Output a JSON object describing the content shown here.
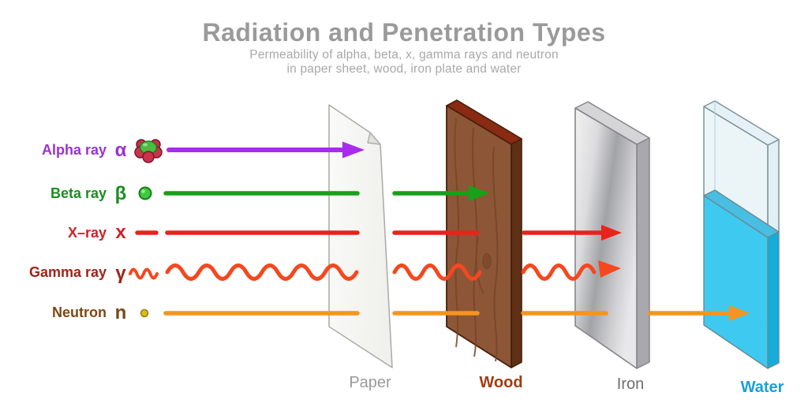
{
  "title": {
    "text": "Radiation and Penetration Types",
    "color": "#9A9A9A"
  },
  "subtitle": {
    "line1": "Permeability of alpha, beta, x, gamma rays and neutron",
    "line2": "in paper sheet, wood, iron plate and water",
    "color": "#A8A8A8"
  },
  "rays": [
    {
      "label": "Alpha ray",
      "symbol": "α",
      "label_color": "#9B2FD9",
      "arrow_color": "#A92BEE",
      "blocked_by": "Paper"
    },
    {
      "label": "Beta ray",
      "symbol": "β",
      "label_color": "#1C8C22",
      "arrow_color": "#16A118",
      "blocked_by": "Wood"
    },
    {
      "label": "X–ray",
      "symbol": "x",
      "label_color": "#CE2127",
      "arrow_color": "#E8231A",
      "blocked_by": "Iron"
    },
    {
      "label": "Gamma ray",
      "symbol": "γ",
      "label_color": "#9E2418",
      "arrow_color": "#F4481F",
      "blocked_by": "Iron"
    },
    {
      "label": "Neutron",
      "symbol": "n",
      "label_color": "#7C4716",
      "arrow_color": "#F6941D",
      "blocked_by": "Water"
    }
  ],
  "barriers": [
    {
      "label": "Paper",
      "label_color": "#9A9A9A",
      "face_color": "#F6F6F3"
    },
    {
      "label": "Wood",
      "label_color": "#A03C12",
      "face_color": "#8D5636"
    },
    {
      "label": "Iron",
      "label_color": "#6E6E6E",
      "face_color": "#D9D9DC"
    },
    {
      "label": "Water",
      "label_color": "#1B9FD8",
      "face_color": "#3EC9F0"
    }
  ]
}
